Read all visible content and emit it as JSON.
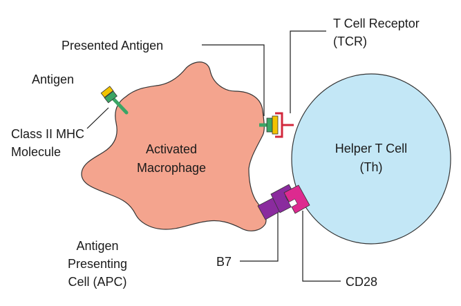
{
  "labels": {
    "presented_antigen": "Presented Antigen",
    "tcr_line1": "T Cell Receptor",
    "tcr_line2": "(TCR)",
    "antigen": "Antigen",
    "mhc_line1": "Class II MHC",
    "mhc_line2": "Molecule",
    "macrophage_line1": "Activated",
    "macrophage_line2": "Macrophage",
    "helper_line1": "Helper T Cell",
    "helper_line2": "(Th)",
    "apc_line1": "Antigen",
    "apc_line2": "Presenting",
    "apc_line3": "Cell (APC)",
    "b7": "B7",
    "cd28": "CD28"
  },
  "colors": {
    "macrophage_fill": "#f4a48e",
    "helper_fill": "#c3e7f6",
    "helper_stroke": "#333333",
    "mhc_green": "#3aa565",
    "antigen_yellow": "#f2c300",
    "tcr_red": "#d2283c",
    "b7_purple": "#8a2b9e",
    "cd28_magenta": "#dd2a8f"
  }
}
